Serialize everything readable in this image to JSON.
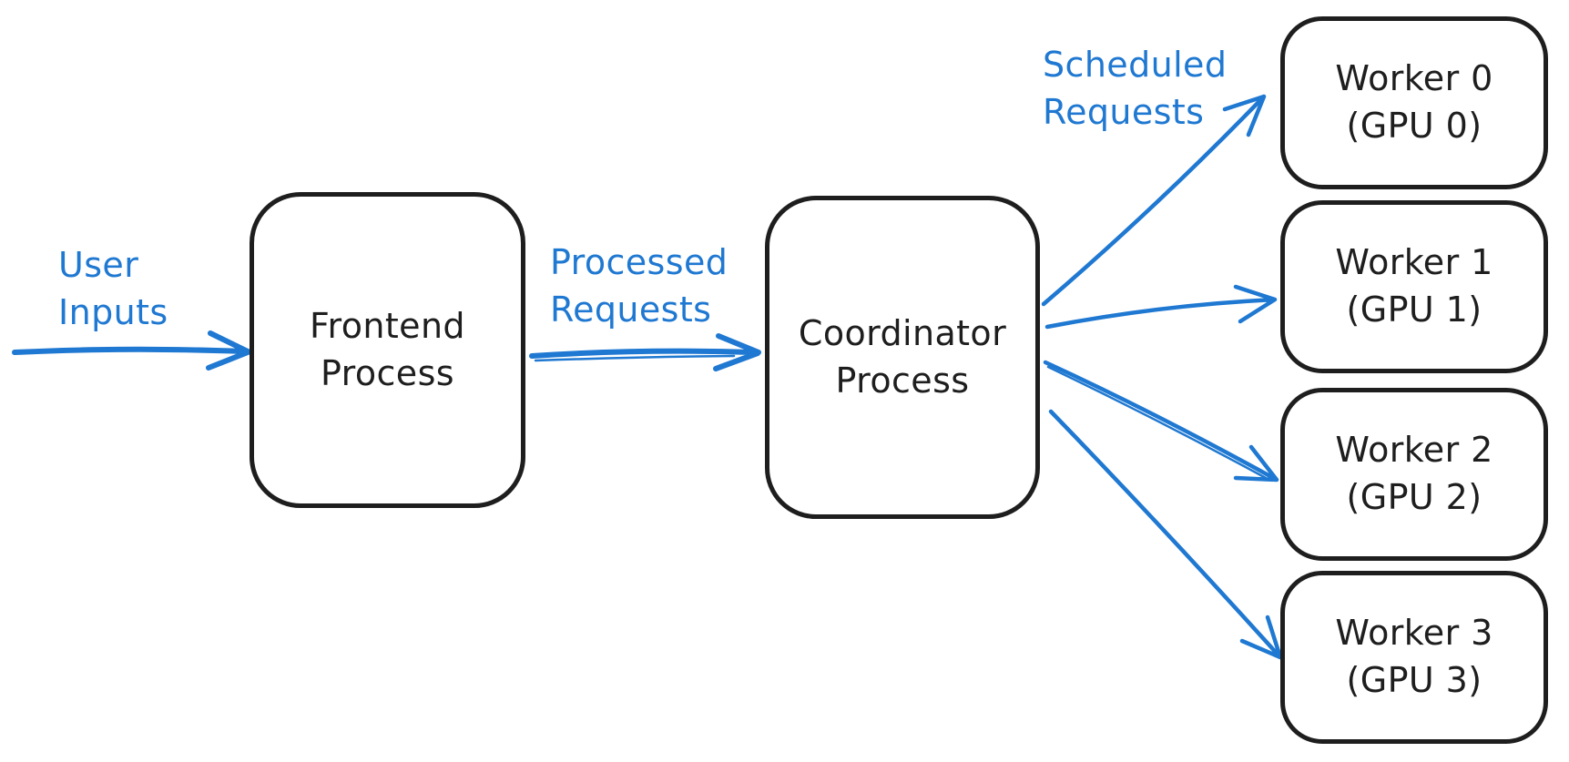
{
  "colors": {
    "canvas_bg": "#ffffff",
    "ink": "#1e1e1e",
    "accent_blue": "#1f78d1"
  },
  "labels": {
    "user_inputs": "User\nInputs",
    "processed_requests": "Processed\nRequests",
    "scheduled_requests": "Scheduled\nRequests"
  },
  "nodes": {
    "frontend": "Frontend\nProcess",
    "coordinator": "Coordinator\nProcess",
    "workers": [
      "Worker 0\n(GPU 0)",
      "Worker 1\n(GPU 1)",
      "Worker 2\n(GPU 2)",
      "Worker 3\n(GPU 3)"
    ]
  }
}
